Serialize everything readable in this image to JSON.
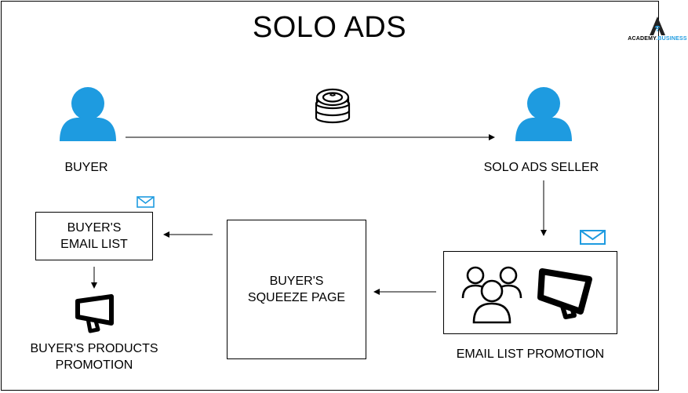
{
  "title": "SOLO ADS",
  "logo": {
    "word1": "ACADEMY",
    "dot": ".",
    "word2": "BUSINESS",
    "accent": "#1e9be0"
  },
  "nodes": {
    "buyer": "BUYER",
    "seller": "SOLO ADS SELLER",
    "email_list": "BUYER'S\nEMAIL LIST",
    "squeeze_page": "BUYER'S\nSQUEEZE PAGE",
    "email_promotion": "EMAIL LIST PROMOTION",
    "products_promotion": "BUYER'S PRODUCTS\nPROMOTION"
  },
  "colors": {
    "person": "#1e9be0",
    "envelope": "#1e9be0"
  },
  "icons": [
    "person-icon",
    "coins-icon",
    "envelope-icon",
    "group-icon",
    "megaphone-icon"
  ]
}
